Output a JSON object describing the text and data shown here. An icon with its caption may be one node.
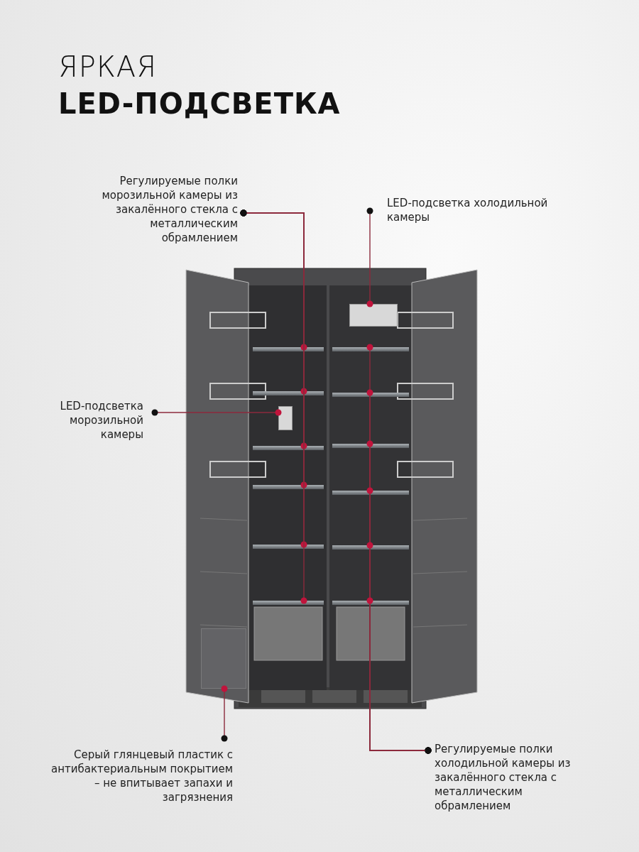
{
  "diagram": {
    "title": "ЯРКАЯ **LED-ПОДСВЕТКА**",
    "nodes": [
      {
        "text": [
          "Регулируемые полки морозильной камеры из закалённого стекла с металлическим обрамлением"
        ]
      },
      {
        "text": [
          "LED-подсветка холодильной камеры"
        ]
      },
      {
        "text": [
          "LED-подсветка морозильной камеры"
        ]
      },
      {
        "text": [
          "Серый глянцевый пластик с антибактериальным покрытием – не впитывает запахи и загрязнения"
        ]
      },
      {
        "text": [
          "Регулируемые полки холодильной камеры из закалённого стекла с металлическим обрамлением"
        ]
      },
      {
        "text": [],
        "shape": "bar"
      },
      {
        "text": [],
        "shape": "bar"
      },
      {
        "text": [],
        "shape": "bar"
      },
      {
        "text": [],
        "shape": "bar"
      },
      {
        "text": [],
        "shape": "bar"
      },
      {
        "text": [],
        "shape": "bar"
      },
      {
        "text": [],
        "shape": "box"
      },
      {
        "text": [],
        "shape": "box"
      },
      {
        "text": [],
        "shape": "box"
      },
      {
        "text": [],
        "shape": "bar"
      },
      {
        "text": [],
        "shape": "bar"
      },
      {
        "text": [],
        "shape": "bar"
      },
      {
        "text": [],
        "shape": "bar"
      },
      {
        "text": [],
        "shape": "bar"
      },
      {
        "text": [],
        "shape": "bar"
      }
    ],
    "edges": [
      {
        "from": 0,
        "to": 5,
        "arrow": "other"
      },
      {
        "from": 0,
        "to": 6,
        "arrow": "other"
      },
      {
        "from": 0,
        "to": 7,
        "arrow": "other"
      },
      {
        "from": 0,
        "to": 8,
        "arrow": "other"
      },
      {
        "from": 0,
        "to": 9,
        "arrow": "other"
      },
      {
        "from": 0,
        "to": 10,
        "arrow": "other"
      },
      {
        "from": 1,
        "to": 11,
        "arrow": "other"
      },
      {
        "from": 2,
        "to": 12,
        "arrow": "other"
      },
      {
        "from": 3,
        "to": 13,
        "arrow": "other"
      },
      {
        "from": 4,
        "to": 14,
        "arrow": "other"
      },
      {
        "from": 4,
        "to": 15,
        "arrow": "other"
      },
      {
        "from": 4,
        "to": 16,
        "arrow": "other"
      },
      {
        "from": 4,
        "to": 17,
        "arrow": "other"
      },
      {
        "from": 4,
        "to": 18,
        "arrow": "other"
      },
      {
        "from": 4,
        "to": 19,
        "arrow": "other"
      }
    ]
  }
}
